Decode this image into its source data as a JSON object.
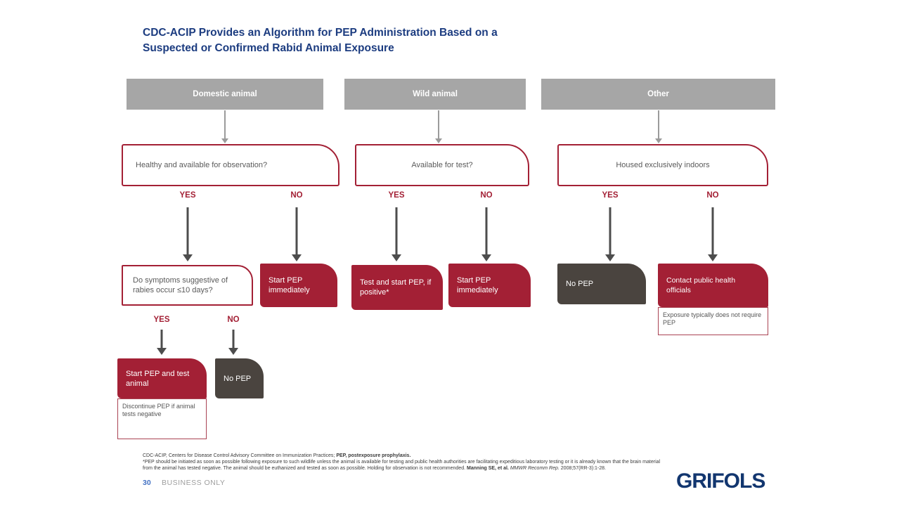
{
  "slide": {
    "title_line1": "CDC-ACIP Provides an Algorithm for PEP Administration Based on a",
    "title_line2": "Suspected or Confirmed Rabid Animal Exposure",
    "page_number": "30",
    "classification": "BUSINESS ONLY",
    "logo": "GRIFOLS"
  },
  "colors": {
    "accent_red": "#a32035",
    "dark_gray_box": "#4a443f",
    "header_gray": "#a6a6a6",
    "title_navy": "#1c3c80",
    "logo_navy": "#12366f"
  },
  "flow": {
    "domestic": {
      "header": "Domestic animal",
      "question": "Healthy and available for observation?",
      "yes": "YES",
      "no": "NO",
      "yes_box": "Do symptoms suggestive of rabies occur ≤10 days?",
      "no_box": "Start PEP immediately",
      "sub": {
        "yes": "YES",
        "no": "NO",
        "yes_box": "Start PEP and test animal",
        "yes_note": "Discontinue PEP if animal tests negative",
        "no_box": "No PEP"
      }
    },
    "wild": {
      "header": "Wild animal",
      "question": "Available for test?",
      "yes": "YES",
      "no": "NO",
      "yes_box": "Test and start PEP, if positive*",
      "no_box": "Start PEP immediately"
    },
    "other": {
      "header": "Other",
      "question": "Housed exclusively indoors",
      "yes": "YES",
      "no": "NO",
      "yes_box": "No PEP",
      "no_box": "Contact public health officials",
      "no_note": "Exposure typically does not require PEP"
    }
  },
  "footnote": {
    "line1_normal": "CDC-ACIP, Centers for Disease Control Advisory Committee on Immunization Practices; ",
    "line1_bold": "PEP, postexposure prophylaxis.",
    "line2": "*PEP should be initiated as soon as possible following exposure to such wildlife unless the animal is available for testing and public health authorities are facilitating expeditious laboratory testing or it is already known that the brain material",
    "line3_normal": "from the animal has tested negative. The animal should be euthanized and tested as soon as possible. Holding for observation is not recommended. ",
    "line3_bold": "Manning SE, et al. ",
    "line3_italic": "MMWR Recomm Rep.",
    "line3_end": " 2008;57(RR-3):1-28."
  }
}
